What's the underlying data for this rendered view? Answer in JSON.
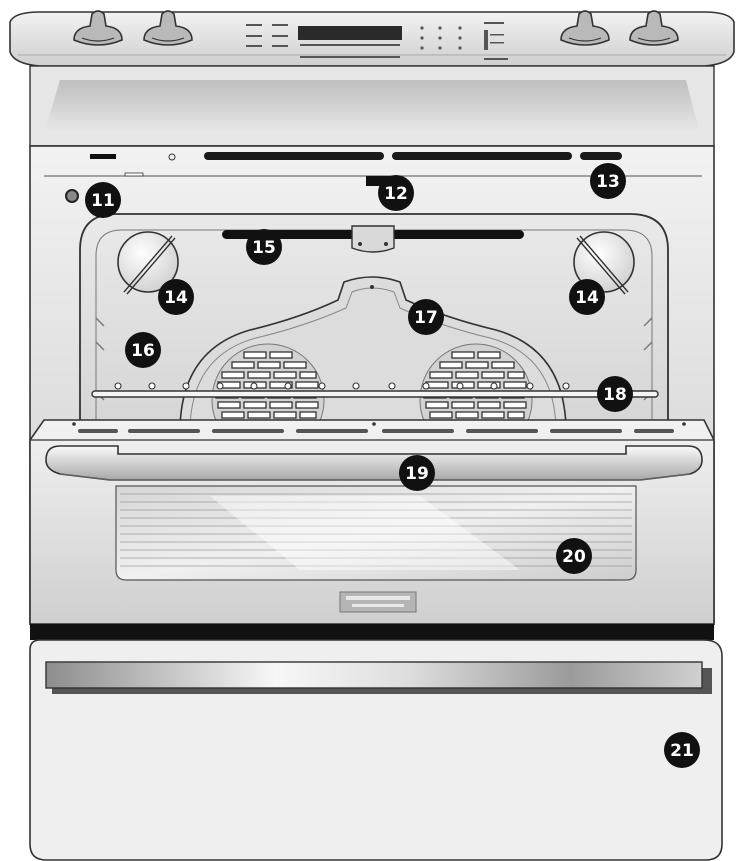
{
  "callouts": [
    {
      "id": "c11",
      "label": "11"
    },
    {
      "id": "c12",
      "label": "12"
    },
    {
      "id": "c13",
      "label": "13"
    },
    {
      "id": "c14a",
      "label": "14"
    },
    {
      "id": "c14b",
      "label": "14"
    },
    {
      "id": "c15",
      "label": "15"
    },
    {
      "id": "c16",
      "label": "16"
    },
    {
      "id": "c17",
      "label": "17"
    },
    {
      "id": "c18",
      "label": "18"
    },
    {
      "id": "c19",
      "label": "19"
    },
    {
      "id": "c20",
      "label": "20"
    },
    {
      "id": "c21",
      "label": "21"
    }
  ],
  "colors": {
    "outline": "#333333",
    "steel_light": "#e4e4e4",
    "steel_mid": "#c9c9c9",
    "steel_dark": "#9a9a9a",
    "callout_fill": "#111111"
  },
  "icons": [
    "knob-icon",
    "light-bulb-icon",
    "convection-fan-icon",
    "oven-rack-icon",
    "door-handle-icon",
    "brand-badge-icon"
  ]
}
